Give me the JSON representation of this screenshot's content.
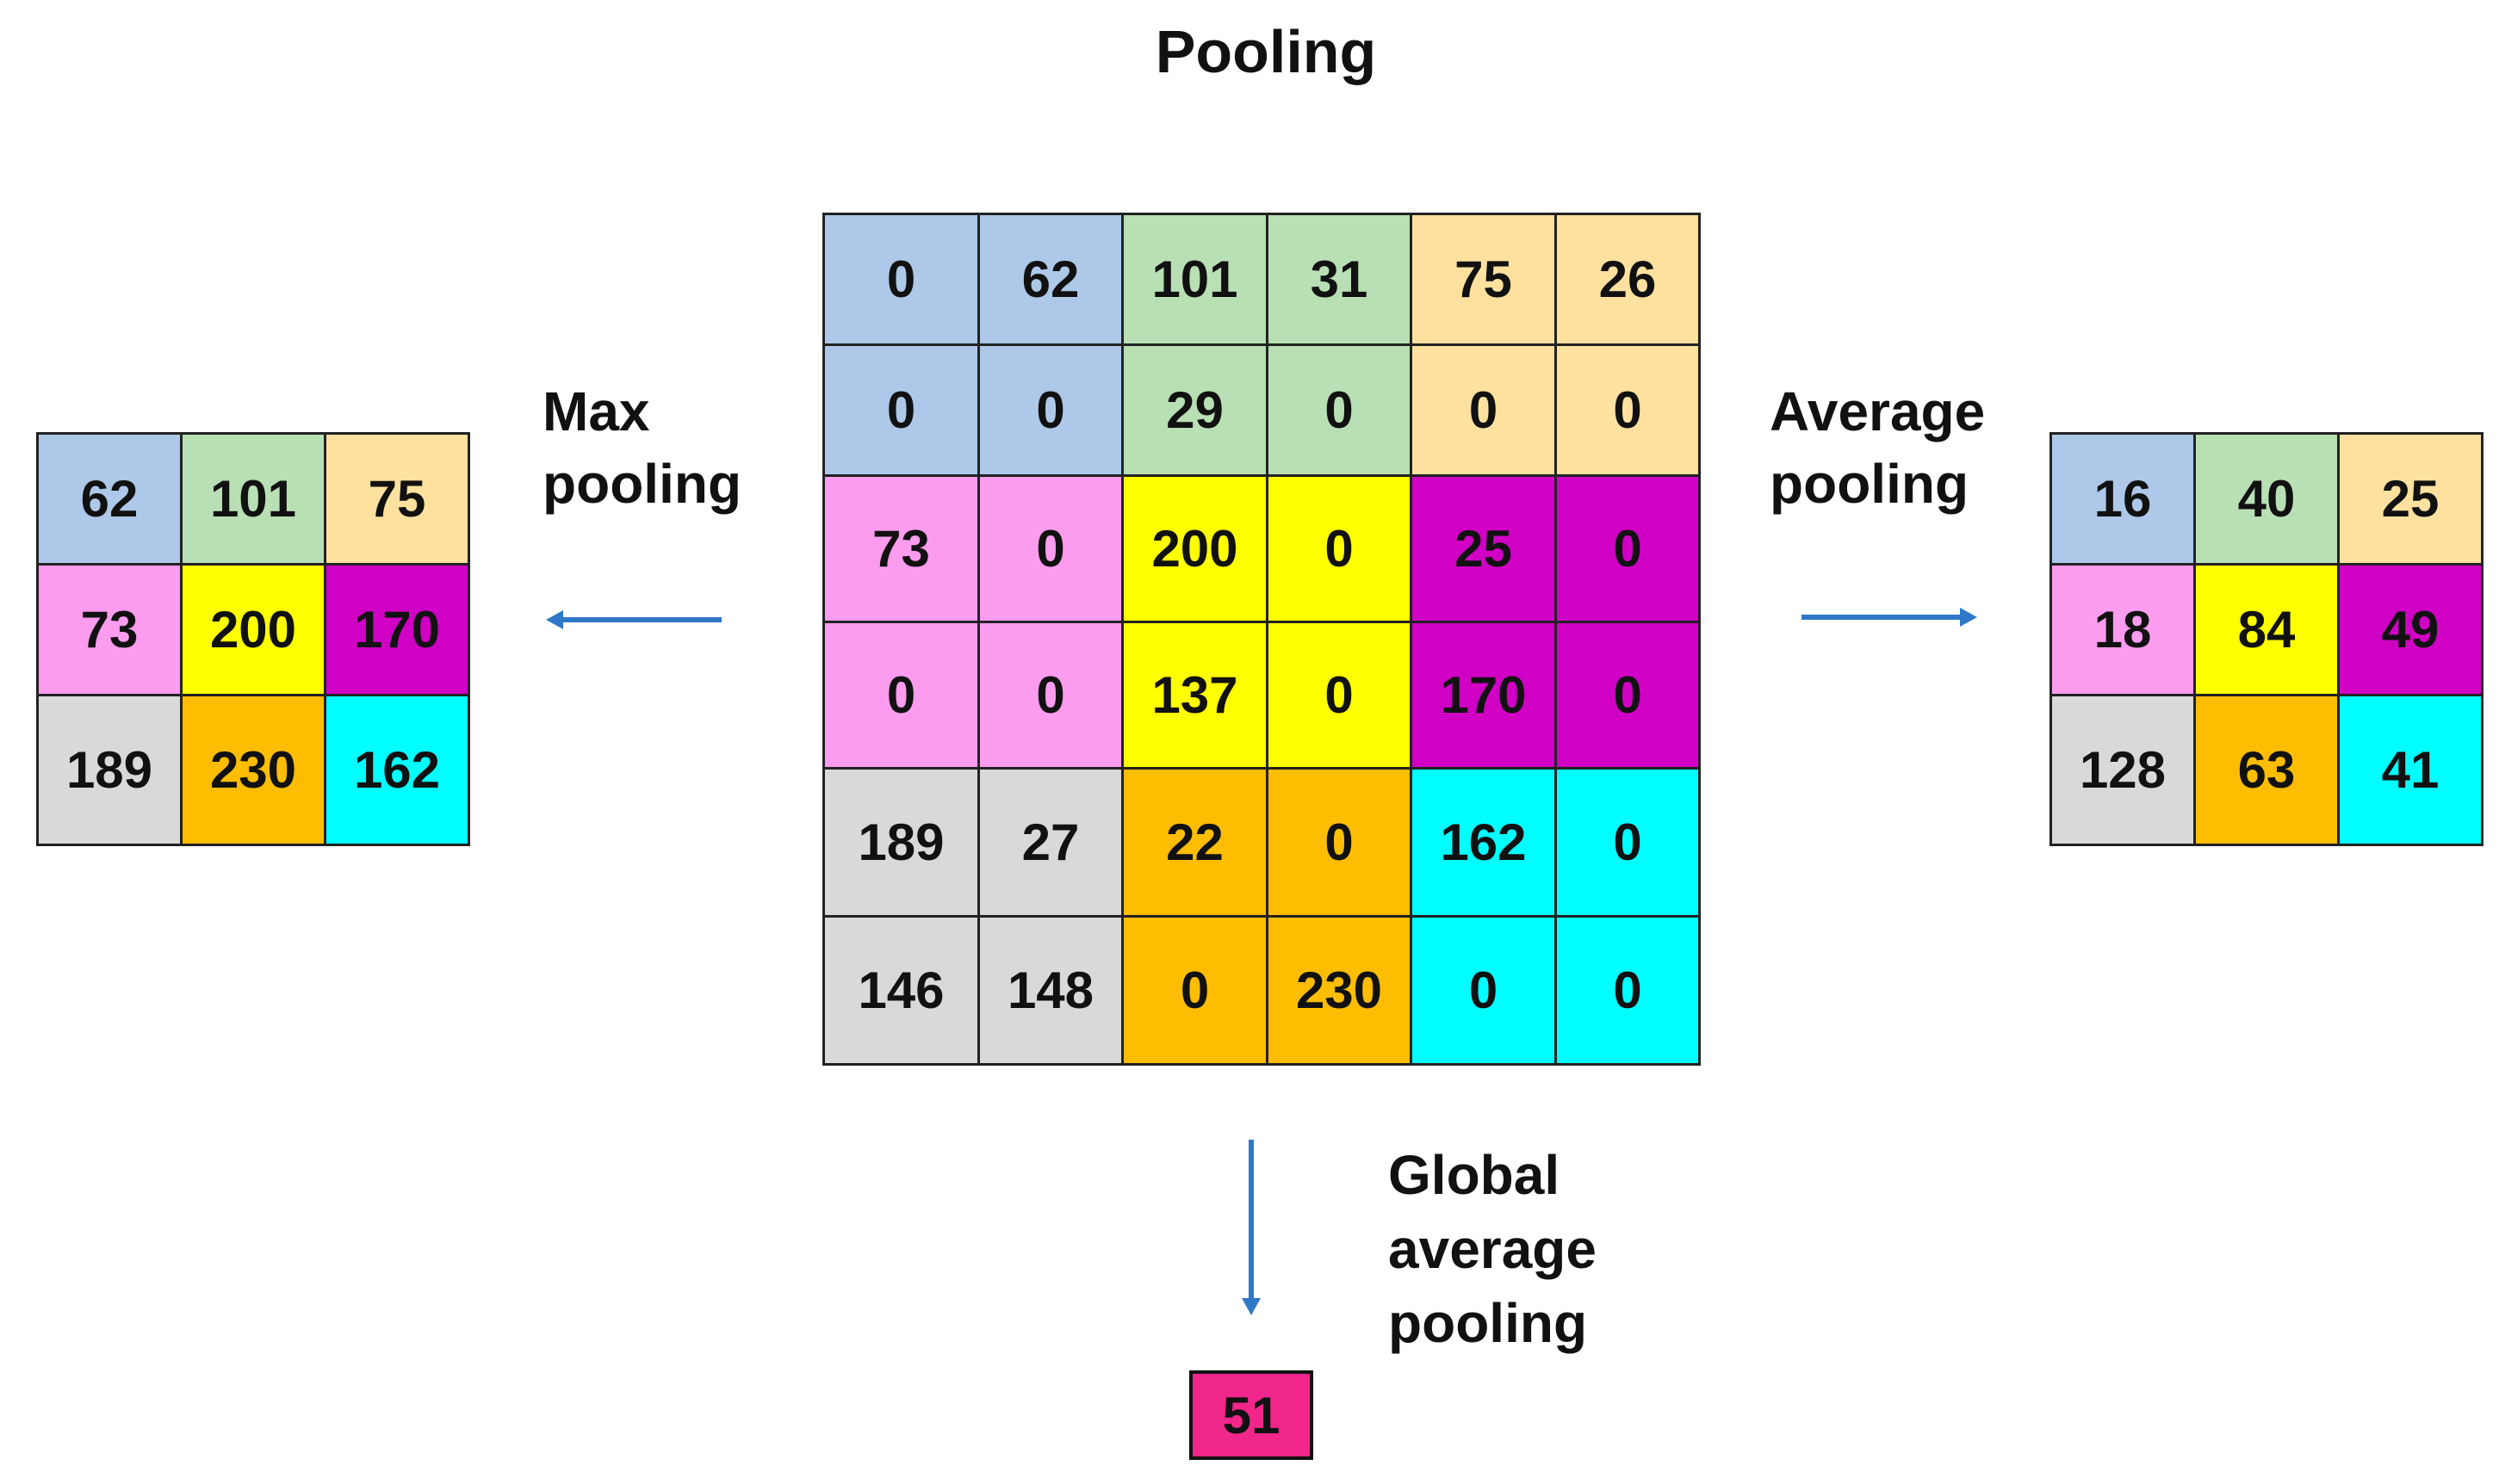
{
  "title": "Pooling",
  "colors": {
    "blue": "#adc8e8",
    "green": "#b9dfb4",
    "tan": "#fee19f",
    "pink": "#fb9cef",
    "yellow": "#ffff00",
    "magenta": "#d000c4",
    "gray": "#d9d9d9",
    "orange": "#ffbd00",
    "cyan": "#00ffff",
    "result": "#f0268a",
    "arrow": "#2f78c8"
  },
  "input_grid": {
    "values": [
      [
        "0",
        "62",
        "101",
        "31",
        "75",
        "26"
      ],
      [
        "0",
        "0",
        "29",
        "0",
        "0",
        "0"
      ],
      [
        "73",
        "0",
        "200",
        "0",
        "25",
        "0"
      ],
      [
        "0",
        "0",
        "137",
        "0",
        "170",
        "0"
      ],
      [
        "189",
        "27",
        "22",
        "0",
        "162",
        "0"
      ],
      [
        "146",
        "148",
        "0",
        "230",
        "0",
        "0"
      ]
    ],
    "region_colors": [
      [
        "blue",
        "green",
        "tan"
      ],
      [
        "pink",
        "yellow",
        "magenta"
      ],
      [
        "gray",
        "orange",
        "cyan"
      ]
    ]
  },
  "max_pooling": {
    "label": "Max\npooling",
    "values": [
      [
        "62",
        "101",
        "75"
      ],
      [
        "73",
        "200",
        "170"
      ],
      [
        "189",
        "230",
        "162"
      ]
    ]
  },
  "average_pooling": {
    "label": "Average\npooling",
    "values": [
      [
        "16",
        "40",
        "25"
      ],
      [
        "18",
        "84",
        "49"
      ],
      [
        "128",
        "63",
        "41"
      ]
    ]
  },
  "global_average_pooling": {
    "label": "Global\naverage\npooling",
    "value": "51"
  }
}
